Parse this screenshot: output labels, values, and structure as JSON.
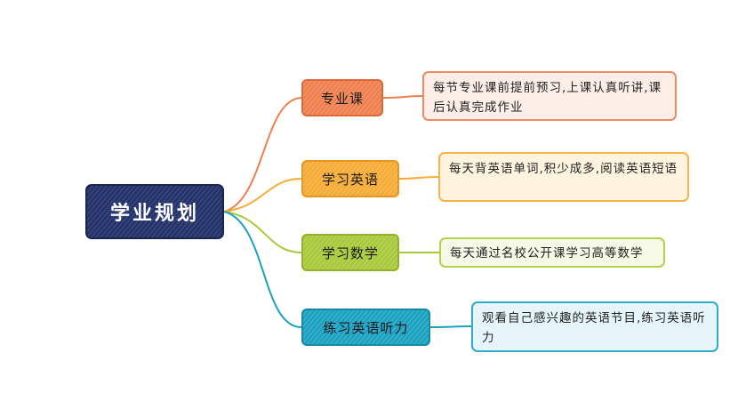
{
  "root": {
    "label": "学业规划",
    "color": "#24326b"
  },
  "branches": [
    {
      "label": "专业课",
      "color": "#f07f4e",
      "detail": "每节专业课前提前预习,上课认真听讲,课后认真完成作业"
    },
    {
      "label": "学习英语",
      "color": "#f6ab35",
      "detail": "每天背英语单词,积少成多,阅读英语短语"
    },
    {
      "label": "学习数学",
      "color": "#a8c93a",
      "detail": "每天通过名校公开课学习高等数学"
    },
    {
      "label": "练习英语听力",
      "color": "#1aa1c2",
      "detail": "观看自己感兴趣的英语节目,练习英语听力"
    }
  ]
}
